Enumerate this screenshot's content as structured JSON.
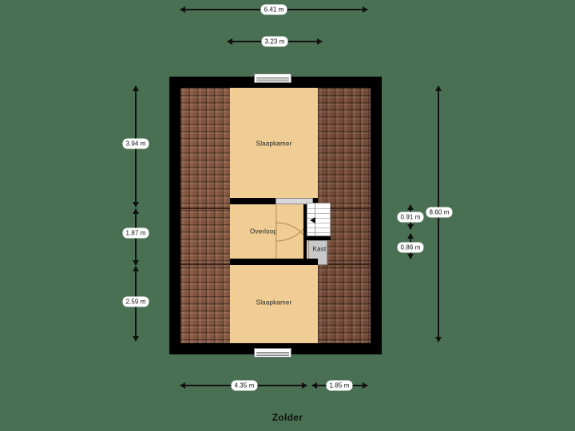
{
  "plan": {
    "title": "Zolder",
    "background_color": "#4a7053",
    "wall_color": "#000000",
    "floor_color": "#f0cd95",
    "roof_color": "#8a5a42",
    "roof_color_dark": "#7a4e3a",
    "closet_color": "#c9c9c9"
  },
  "rooms": [
    {
      "name": "Slaapkamer",
      "label": "Slaapkamer"
    },
    {
      "name": "Overloop",
      "label": "Overloop"
    },
    {
      "name": "Kast",
      "label": "Kast"
    },
    {
      "name": "Slaapkamer",
      "label": "Slaapkamer"
    }
  ],
  "dimensions": {
    "top": [
      {
        "label": "6.41 m",
        "value": 6.41,
        "unit": "m"
      },
      {
        "label": "3.23 m",
        "value": 3.23,
        "unit": "m"
      }
    ],
    "left": [
      {
        "label": "3.94 m",
        "value": 3.94,
        "unit": "m"
      },
      {
        "label": "1.87 m",
        "value": 1.87,
        "unit": "m"
      },
      {
        "label": "2.59 m",
        "value": 2.59,
        "unit": "m"
      }
    ],
    "right_inner": [
      {
        "label": "0.91 m",
        "value": 0.91,
        "unit": "m"
      },
      {
        "label": "0.86 m",
        "value": 0.86,
        "unit": "m"
      }
    ],
    "right_outer": [
      {
        "label": "8.60 m",
        "value": 8.6,
        "unit": "m"
      }
    ],
    "bottom": [
      {
        "label": "4.35 m",
        "value": 4.35,
        "unit": "m"
      },
      {
        "label": "1.85 m",
        "value": 1.85,
        "unit": "m"
      }
    ]
  }
}
